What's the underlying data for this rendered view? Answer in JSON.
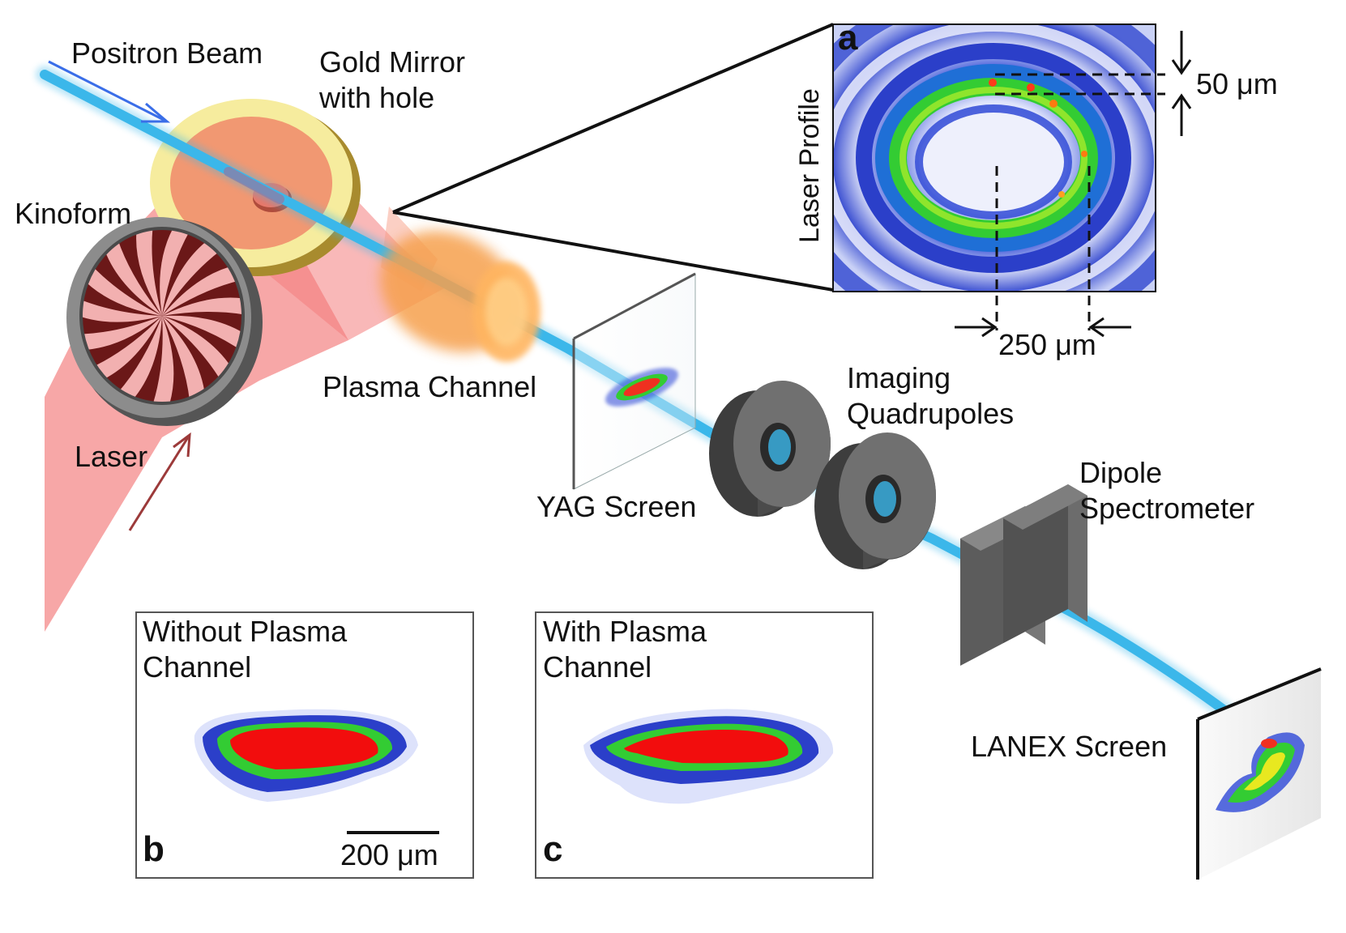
{
  "labels": {
    "positron_beam": "Positron Beam",
    "gold_mirror": "Gold Mirror\nwith hole",
    "kinoform": "Kinoform",
    "laser": "Laser",
    "plasma_channel": "Plasma Channel",
    "yag_screen": "YAG Screen",
    "imaging_quadrupoles": "Imaging\nQuadrupoles",
    "dipole_spectrometer": "Dipole\nSpectrometer",
    "lanex_screen": "LANEX Screen"
  },
  "inset_a": {
    "letter": "a",
    "axis_label": "Laser Profile",
    "dim_thickness": "50 μm",
    "dim_radius": "250 μm"
  },
  "inset_b": {
    "letter": "b",
    "title": "Without Plasma\nChannel",
    "scale_bar": "200 μm"
  },
  "inset_c": {
    "letter": "c",
    "title": "With Plasma\nChannel"
  },
  "colors": {
    "positron_beam": "#3bb7ea",
    "laser": "#f48a8a",
    "plasma": "#f6a04d",
    "mirror": "#f2e07a",
    "hardware": "#5e5e5e",
    "profile_ring": "#33cc33",
    "profile_background": "#2b3fc9"
  }
}
